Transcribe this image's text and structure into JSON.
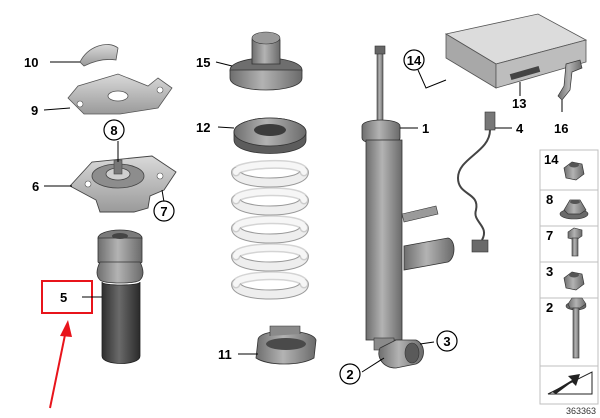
{
  "callouts": {
    "c1": "1",
    "c2": "2",
    "c3": "3",
    "c4": "4",
    "c5": "5",
    "c6": "6",
    "c7": "7",
    "c8": "8",
    "c9": "9",
    "c10": "10",
    "c11": "11",
    "c12": "12",
    "c13": "13",
    "c14": "14",
    "c15": "15",
    "c16": "16"
  },
  "panel": {
    "items": [
      {
        "number": "14",
        "icon": "nut-icon"
      },
      {
        "number": "8",
        "icon": "flange-nut-icon"
      },
      {
        "number": "7",
        "icon": "bolt-icon"
      },
      {
        "number": "3",
        "icon": "nut-icon"
      },
      {
        "number": "2",
        "icon": "long-bolt-icon"
      }
    ]
  },
  "reference_number": "363363",
  "colors": {
    "highlight": "#e8141b",
    "part_gray": "#8c8c8c",
    "part_dark": "#454545",
    "spring": "#eeeeee"
  }
}
